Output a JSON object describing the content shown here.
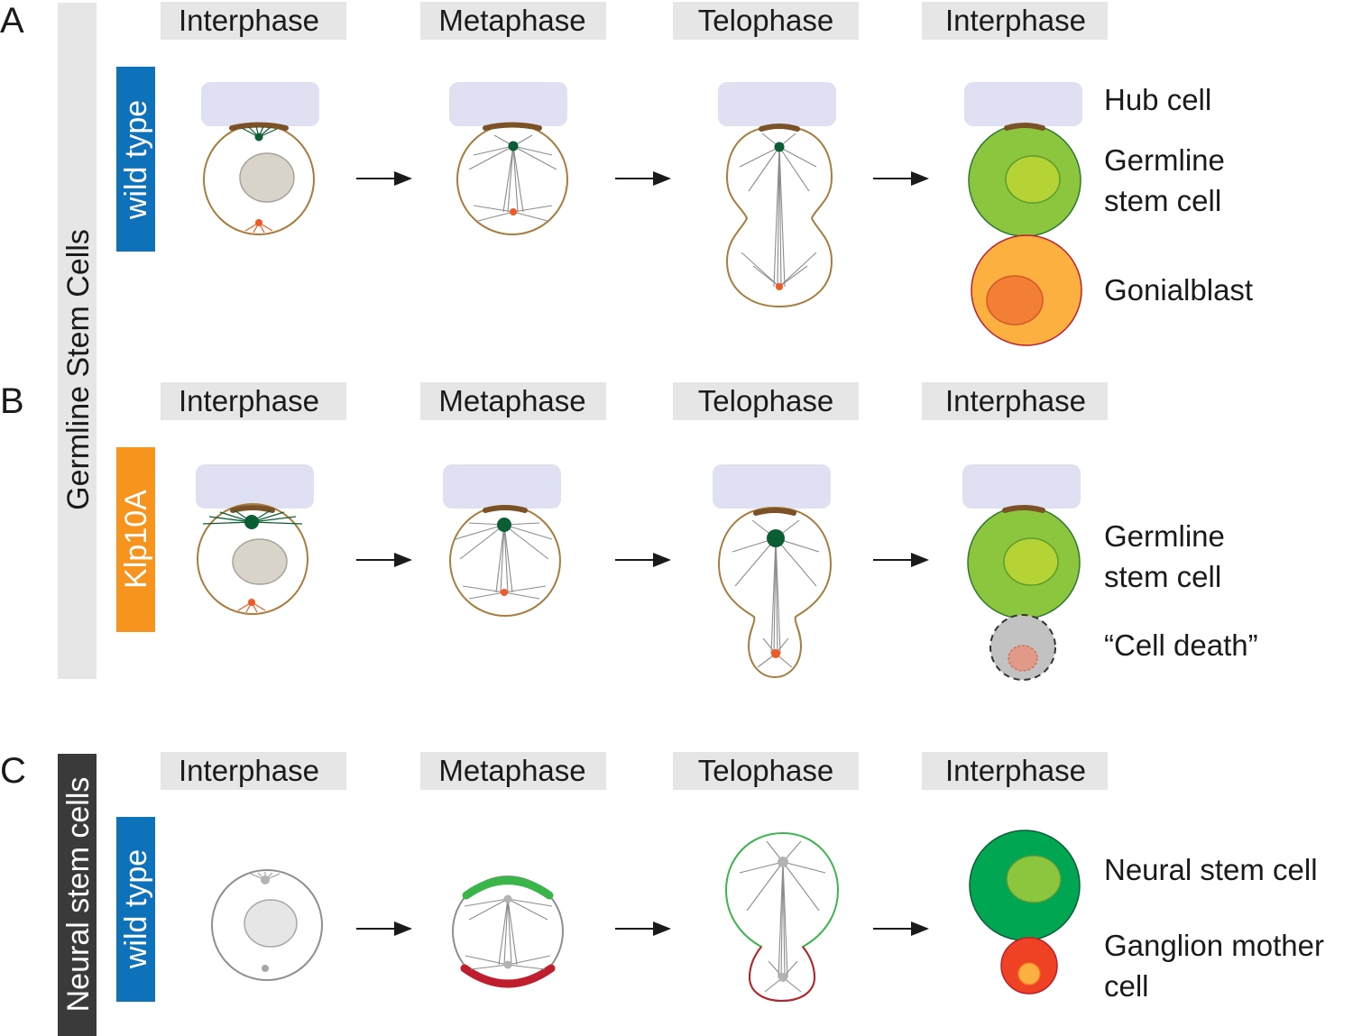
{
  "panels": [
    {
      "letter": "A",
      "tag": "wild type",
      "tag_color": "#0d72ba",
      "phases": [
        "Interphase",
        "Metaphase",
        "Telophase",
        "Interphase"
      ],
      "labels": [
        "Hub cell",
        "Germline",
        "stem cell",
        "Gonialblast"
      ]
    },
    {
      "letter": "B",
      "tag": "Klp10A",
      "tag_color": "#f7941d",
      "phases": [
        "Interphase",
        "Metaphase",
        "Telophase",
        "Interphase"
      ],
      "labels": [
        "Germline",
        "stem cell",
        "“Cell death”"
      ]
    },
    {
      "letter": "C",
      "tag": "wild type",
      "tag_color": "#0d72ba",
      "phases": [
        "Interphase",
        "Metaphase",
        "Telophase",
        "Interphase"
      ],
      "labels": [
        "Neural stem cell",
        "Ganglion mother",
        "cell"
      ]
    }
  ],
  "groups": {
    "germline": "Germline Stem Cells",
    "neural": "Neural stem cells"
  },
  "colors": {
    "hub": "#dfe0f1",
    "cortex": "#a97c3d",
    "mother_centrosome": "#0b5e34",
    "daughter_centrosome": "#f05a24",
    "gsc_fill": "#8cc63f",
    "gonialblast_fill": "#fbb040",
    "neural_stem_fill": "#00a651",
    "gmc_fill": "#ef4123",
    "apical_crescent": "#39b54a",
    "basal_crescent": "#be1e2d"
  }
}
